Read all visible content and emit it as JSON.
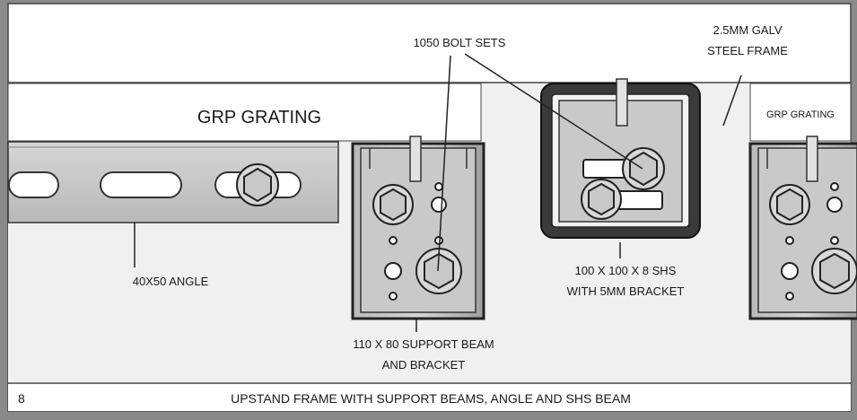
{
  "labels": {
    "grp_grating": "GRP GRATING",
    "grp_grating_small": "GRP GRATING",
    "bolt_sets": "1050 BOLT SETS",
    "steel_frame_line1": "2.5MM GALV",
    "steel_frame_line2": "STEEL FRAME",
    "angle": "40X50 ANGLE",
    "support_beam_line1": "110 X 80 SUPPORT BEAM",
    "support_beam_line2": "AND BRACKET",
    "shs_line1": "100 X 100 X 8 SHS",
    "shs_line2": "WITH 5MM BRACKET"
  },
  "caption": {
    "number": "8",
    "text": "UPSTAND FRAME WITH SUPPORT BEAMS, ANGLE AND SHS BEAM"
  }
}
